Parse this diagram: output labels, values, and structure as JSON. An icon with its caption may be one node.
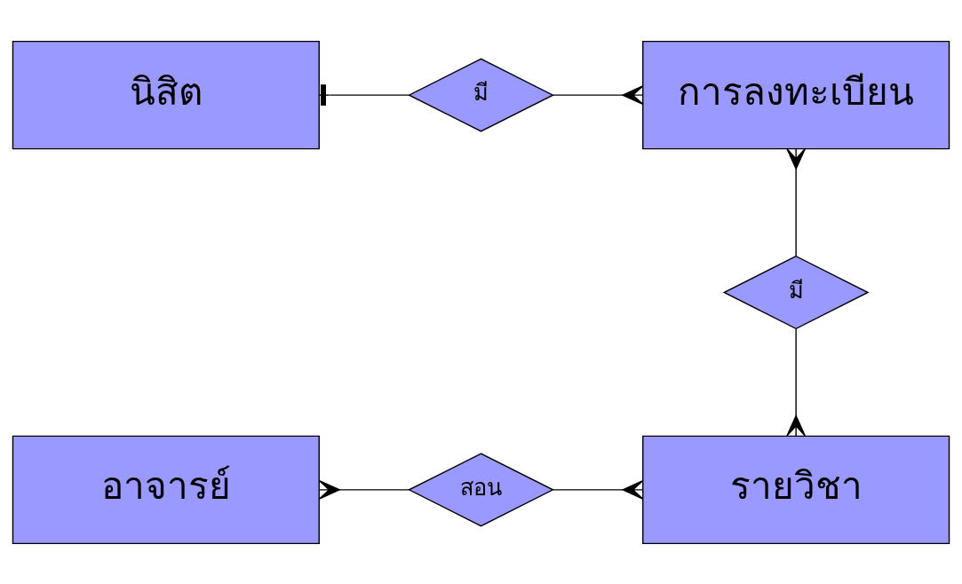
{
  "diagram": {
    "nodes": [
      {
        "text": [
          "นิสิต"
        ]
      },
      {
        "text": [
          "มี"
        ]
      },
      {
        "text": [
          "การลงทะเบียน"
        ]
      },
      {
        "text": [
          "มี"
        ]
      },
      {
        "text": [
          "อาจารย์"
        ]
      },
      {
        "text": [
          "สอน"
        ]
      },
      {
        "text": [
          "รายวิชา"
        ]
      }
    ],
    "edges": [
      {
        "from": 0,
        "to": 1,
        "arrow": "other"
      },
      {
        "from": 1,
        "to": 2,
        "arrow": "other"
      },
      {
        "from": 2,
        "to": 3,
        "arrow": "other"
      },
      {
        "from": 3,
        "to": 6,
        "arrow": "other"
      },
      {
        "from": 4,
        "to": 5,
        "arrow": "other"
      },
      {
        "from": 5,
        "to": 6,
        "arrow": "other"
      }
    ]
  }
}
